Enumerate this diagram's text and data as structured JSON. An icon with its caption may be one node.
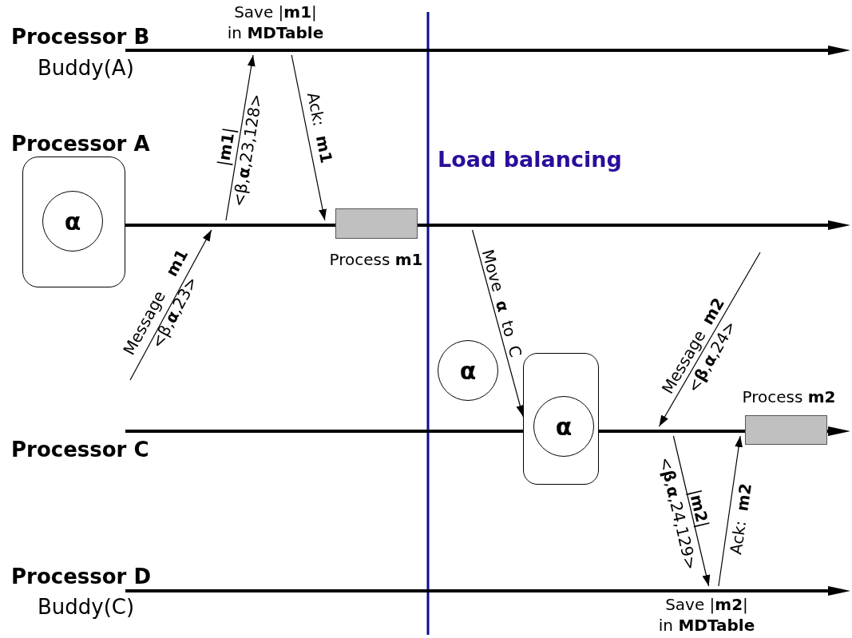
{
  "diagram": {
    "nodes": [
      {
        "text": [],
        "shape": "bar",
        "beside": [
          "Processor B",
          "Buddy(A)"
        ]
      },
      {
        "text": [],
        "shape": "bar"
      },
      {
        "text": [],
        "shape": "bar",
        "beside": [
          "Processor C"
        ]
      },
      {
        "text": [],
        "shape": "bar",
        "beside": [
          "Processor D",
          "Buddy(C)"
        ]
      },
      {
        "text": [],
        "shape": "box"
      },
      {
        "text": [
          "α"
        ],
        "in": 4
      },
      {
        "text": [],
        "shape": "box",
        "beside": [
          "Process **m1**"
        ]
      },
      {
        "text": [
          "α"
        ]
      },
      {
        "text": [],
        "shape": "box"
      },
      {
        "text": [
          "α"
        ],
        "in": 8
      },
      {
        "text": [],
        "shape": "box",
        "beside": [
          "Process **m2**"
        ]
      }
    ],
    "edges": [
      {
        "from": null,
        "to": 1,
        "arrow": "to",
        "label": "Message **m1** <β,**α**,23>"
      },
      {
        "from": 1,
        "to": 0,
        "arrow": "to",
        "label": "|**m1**| <β,**α**,23,128>"
      },
      {
        "from": 0,
        "to": 1,
        "arrow": "to",
        "label": "Ack: **m1**"
      },
      {
        "from": 1,
        "to": 8,
        "arrow": "to",
        "label": "Move **α** to C"
      },
      {
        "from": null,
        "to": 2,
        "arrow": "to",
        "label": "Message **m2** <**β**,**α**,24>"
      },
      {
        "from": 2,
        "to": 3,
        "arrow": "to",
        "label": "|**m2**| <**β**,**α**,24,129>"
      },
      {
        "from": 3,
        "to": 2,
        "arrow": "to",
        "label": "Ack: **m2**"
      }
    ],
    "labels": [
      "Save |**m1**| in **MDTable**",
      "Processor A",
      "Load balancing",
      "Save |**m2**| in **MDTable**"
    ]
  }
}
